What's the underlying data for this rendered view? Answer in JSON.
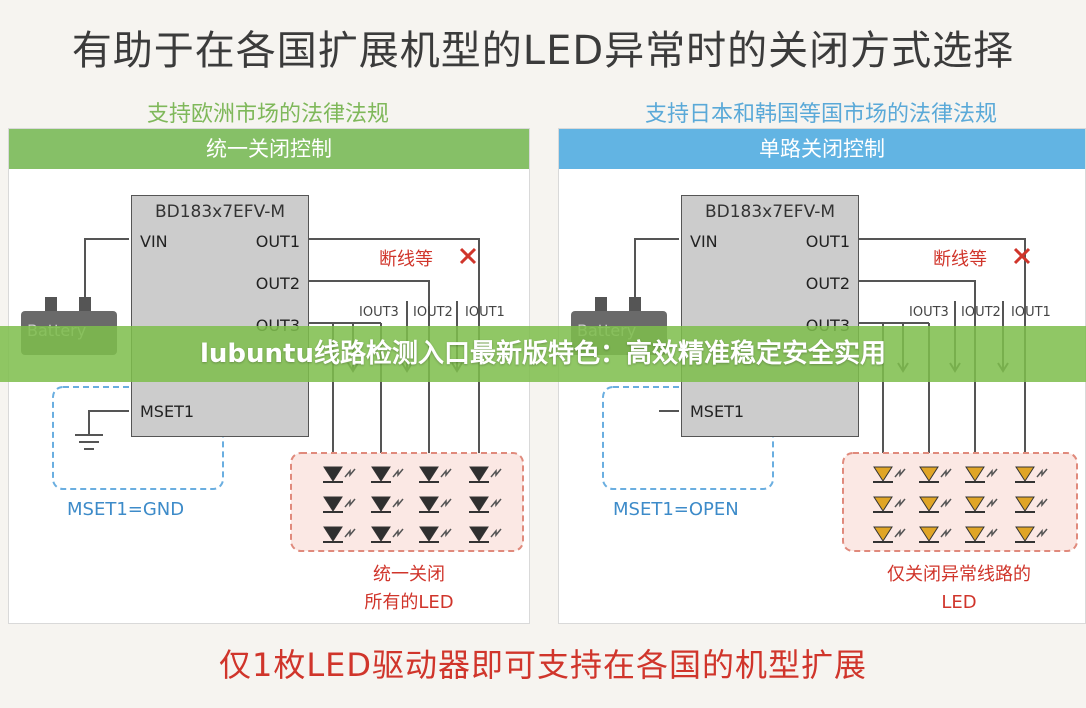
{
  "title": "有助于在各国扩展机型的LED异常时的关闭方式选择",
  "left": {
    "subtitle": "支持欧洲市场的法律法规",
    "header": "统一关闭控制",
    "chip": "BD183x7EFV-M",
    "pins": {
      "vin": "VIN",
      "out1": "OUT1",
      "out2": "OUT2",
      "out3": "OUT3",
      "mset": "MSET1"
    },
    "battery": "Battery",
    "break_label": "断线等",
    "currents": [
      "IOUT3",
      "IOUT2",
      "IOUT1"
    ],
    "mset_note": "MSET1=GND",
    "led_note_line1": "统一关闭",
    "led_note_line2": "所有的LED",
    "led_color": "#2f2f2f"
  },
  "right": {
    "subtitle": "支持日本和韩国等国市场的法律法规",
    "header": "单路关闭控制",
    "chip": "BD183x7EFV-M",
    "pins": {
      "vin": "VIN",
      "out1": "OUT1",
      "out2": "OUT2",
      "out3": "OUT3",
      "mset": "MSET1"
    },
    "battery": "Battery",
    "break_label": "断线等",
    "currents": [
      "IOUT3",
      "IOUT2",
      "IOUT1"
    ],
    "mset_note": "MSET1=OPEN",
    "led_note_line1": "仅关闭异常线路的",
    "led_note_line2": "LED",
    "led_color": "#e0a526"
  },
  "footer": "仅1枚LED驱动器即可支持在各国的机型扩展",
  "banner": "lubuntu线路检测入口最新版特色：高效精准稳定安全实用",
  "colors": {
    "green": "#86c067",
    "blue": "#62b4e3",
    "red": "#d0352b"
  }
}
